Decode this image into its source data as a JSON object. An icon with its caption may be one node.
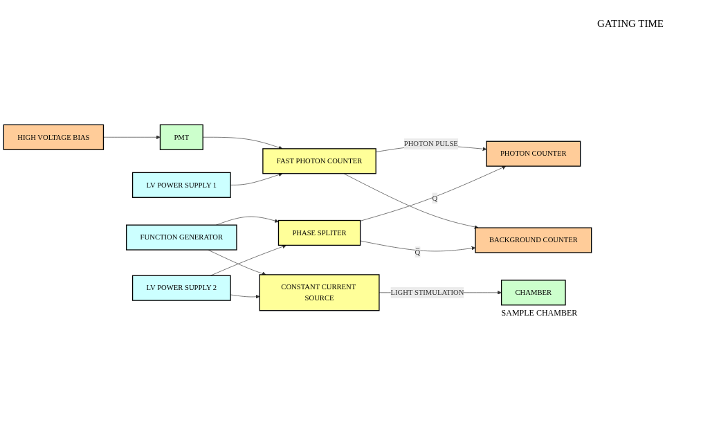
{
  "diagram": {
    "nodes": [
      {
        "text": [
          "HIGH VOLTAGE BIAS"
        ]
      },
      {
        "text": [
          "LV POWER SUPPLY 1"
        ]
      },
      {
        "text": [
          "PHOTON COUNTER"
        ]
      },
      {
        "text": [
          "BACKGROUND COUNTER"
        ]
      },
      {
        "text": [
          "PMT"
        ]
      },
      {
        "text": [
          "FAST PHOTON COUNTER"
        ]
      },
      {
        "text": [
          "PHASE SPLITER"
        ]
      },
      {
        "text": [
          "FUNCTION GENERATOR"
        ]
      },
      {
        "text": [
          "LV POWER SUPPLY 2"
        ]
      },
      {
        "text": [
          "CHAMBER"
        ],
        "beside": [
          "SAMPLE CHAMBER"
        ]
      },
      {
        "text": [
          "CONSTANT CURRENT SOURCE"
        ]
      }
    ],
    "edges": [
      {
        "from": 0,
        "to": 4,
        "arrow": "to"
      },
      {
        "from": 4,
        "to": 5,
        "arrow": "to"
      },
      {
        "from": 1,
        "to": 5,
        "arrow": "to"
      },
      {
        "from": 5,
        "to": 2,
        "arrow": "to",
        "label": "PHOTON PULSE"
      },
      {
        "from": 5,
        "to": 3,
        "arrow": "to"
      },
      {
        "from": 6,
        "to": 2,
        "arrow": "to",
        "label": "Q"
      },
      {
        "from": 6,
        "to": 3,
        "arrow": "to",
        "label": "Q̅"
      },
      {
        "from": 7,
        "to": 6,
        "arrow": "to"
      },
      {
        "from": 7,
        "to": 10,
        "arrow": "to"
      },
      {
        "from": 8,
        "to": 6,
        "arrow": "to"
      },
      {
        "from": 8,
        "to": 10,
        "arrow": "to"
      },
      {
        "from": 10,
        "to": 9,
        "arrow": "to",
        "label": "LIGHT STIMULATION"
      }
    ],
    "labels": [
      "GATING TIME"
    ]
  }
}
